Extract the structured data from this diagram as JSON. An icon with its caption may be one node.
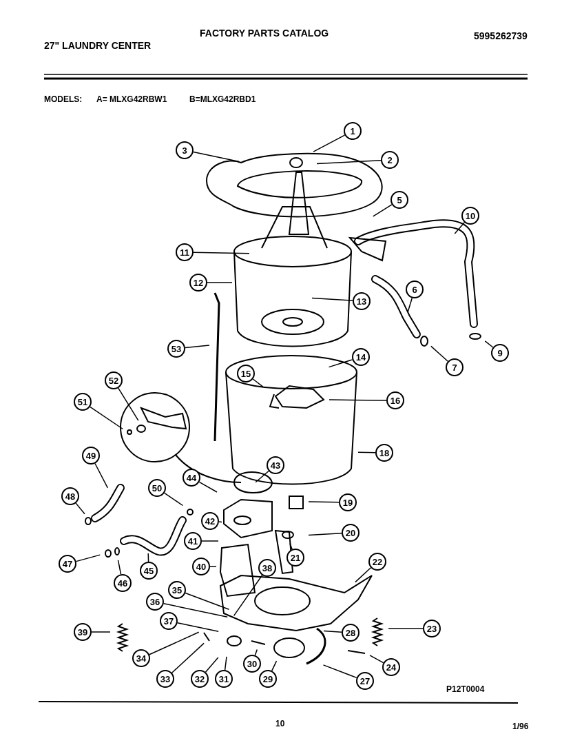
{
  "diagram": {
    "title": "FACTORY PARTS CATALOG",
    "nodes": [
      {
        "text": [
          "1"
        ]
      },
      {
        "text": [
          "2"
        ]
      },
      {
        "text": [
          "3"
        ]
      },
      {
        "text": [
          "5"
        ]
      },
      {
        "text": [
          "10"
        ]
      },
      {
        "text": [
          "11"
        ]
      },
      {
        "text": [
          "12"
        ]
      },
      {
        "text": [
          "6"
        ]
      },
      {
        "text": [
          "13"
        ]
      },
      {
        "text": [
          "53"
        ]
      },
      {
        "text": [
          "9"
        ]
      },
      {
        "text": [
          "7"
        ]
      },
      {
        "text": [
          "14"
        ]
      },
      {
        "text": [
          "15"
        ]
      },
      {
        "text": [
          "16"
        ]
      },
      {
        "text": [
          "52"
        ]
      },
      {
        "text": [
          "51"
        ]
      },
      {
        "text": [
          "18"
        ]
      },
      {
        "text": [
          "49"
        ]
      },
      {
        "text": [
          "43"
        ]
      },
      {
        "text": [
          "44"
        ]
      },
      {
        "text": [
          "50"
        ]
      },
      {
        "text": [
          "48"
        ]
      },
      {
        "text": [
          "19"
        ]
      },
      {
        "text": [
          "42"
        ]
      },
      {
        "text": [
          "20"
        ]
      },
      {
        "text": [
          "41"
        ]
      },
      {
        "text": [
          "21"
        ]
      },
      {
        "text": [
          "47"
        ]
      },
      {
        "text": [
          "40"
        ]
      },
      {
        "text": [
          "38"
        ]
      },
      {
        "text": [
          "45"
        ]
      },
      {
        "text": [
          "46"
        ]
      },
      {
        "text": [
          "22"
        ]
      },
      {
        "text": [
          "35"
        ]
      },
      {
        "text": [
          "36"
        ]
      },
      {
        "text": [
          "37"
        ]
      },
      {
        "text": [
          "39"
        ]
      },
      {
        "text": [
          "23"
        ]
      },
      {
        "text": [
          "28"
        ]
      },
      {
        "text": [
          "34"
        ]
      },
      {
        "text": [
          "33"
        ]
      },
      {
        "text": [
          "32"
        ]
      },
      {
        "text": [
          "31"
        ]
      },
      {
        "text": [
          "30"
        ]
      },
      {
        "text": [
          "29"
        ]
      },
      {
        "text": [
          "24"
        ]
      },
      {
        "text": [
          "27"
        ]
      }
    ],
    "edges": [
      {
        "from": 0,
        "to": null,
        "arrow": "none"
      },
      {
        "from": 1,
        "to": null,
        "arrow": "none"
      },
      {
        "from": 2,
        "to": null,
        "arrow": "none"
      },
      {
        "from": 3,
        "to": null,
        "arrow": "none"
      },
      {
        "from": 4,
        "to": null,
        "arrow": "none"
      },
      {
        "from": 5,
        "to": null,
        "arrow": "none"
      },
      {
        "from": 6,
        "to": null,
        "arrow": "none"
      },
      {
        "from": 7,
        "to": null,
        "arrow": "none"
      },
      {
        "from": 8,
        "to": null,
        "arrow": "none"
      },
      {
        "from": 9,
        "to": null,
        "arrow": "none"
      },
      {
        "from": 10,
        "to": null,
        "arrow": "none"
      },
      {
        "from": 11,
        "to": null,
        "arrow": "none"
      },
      {
        "from": 12,
        "to": null,
        "arrow": "none"
      },
      {
        "from": 13,
        "to": null,
        "arrow": "none"
      },
      {
        "from": 14,
        "to": null,
        "arrow": "none"
      },
      {
        "from": 15,
        "to": null,
        "arrow": "none"
      },
      {
        "from": 16,
        "to": null,
        "arrow": "none"
      },
      {
        "from": 17,
        "to": null,
        "arrow": "none"
      },
      {
        "from": 18,
        "to": null,
        "arrow": "none"
      },
      {
        "from": 19,
        "to": null,
        "arrow": "none"
      },
      {
        "from": 20,
        "to": null,
        "arrow": "none"
      },
      {
        "from": 21,
        "to": null,
        "arrow": "none"
      },
      {
        "from": 22,
        "to": null,
        "arrow": "none"
      },
      {
        "from": 23,
        "to": null,
        "arrow": "none"
      },
      {
        "from": 24,
        "to": null,
        "arrow": "none"
      },
      {
        "from": 25,
        "to": null,
        "arrow": "none"
      },
      {
        "from": 26,
        "to": null,
        "arrow": "none"
      },
      {
        "from": 27,
        "to": null,
        "arrow": "none"
      },
      {
        "from": 28,
        "to": null,
        "arrow": "none"
      },
      {
        "from": 29,
        "to": null,
        "arrow": "none"
      },
      {
        "from": 30,
        "to": null,
        "arrow": "none"
      },
      {
        "from": 31,
        "to": null,
        "arrow": "none"
      },
      {
        "from": 32,
        "to": null,
        "arrow": "none"
      },
      {
        "from": 33,
        "to": null,
        "arrow": "none"
      },
      {
        "from": 34,
        "to": null,
        "arrow": "none"
      },
      {
        "from": 35,
        "to": null,
        "arrow": "none"
      },
      {
        "from": 36,
        "to": null,
        "arrow": "none"
      },
      {
        "from": 37,
        "to": null,
        "arrow": "none"
      },
      {
        "from": 38,
        "to": null,
        "arrow": "none"
      },
      {
        "from": 39,
        "to": null,
        "arrow": "none"
      },
      {
        "from": 40,
        "to": null,
        "arrow": "none"
      },
      {
        "from": 41,
        "to": null,
        "arrow": "none"
      },
      {
        "from": 42,
        "to": null,
        "arrow": "none"
      },
      {
        "from": 43,
        "to": null,
        "arrow": "none"
      },
      {
        "from": 44,
        "to": null,
        "arrow": "none"
      },
      {
        "from": 45,
        "to": null,
        "arrow": "none"
      },
      {
        "from": 46,
        "to": null,
        "arrow": "none"
      },
      {
        "from": 47,
        "to": null,
        "arrow": "none"
      }
    ],
    "labels": [
      "27\" LAUNDRY CENTER",
      "5995262739",
      "MODELS:",
      "A= MLXG42RBW1",
      "B=MLXG42RBD1",
      "P12T0004",
      "10",
      "1/96"
    ]
  }
}
